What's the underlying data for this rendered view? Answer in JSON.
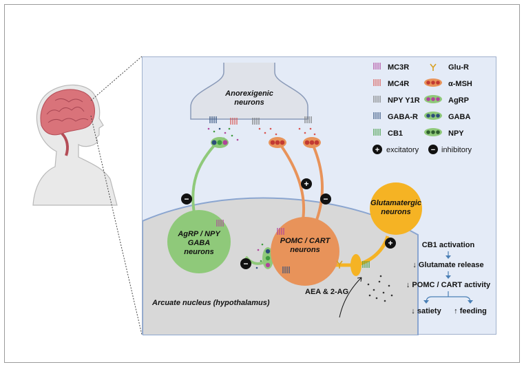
{
  "labels": {
    "anorexigenic": [
      "Anorexigenic",
      "neurons"
    ],
    "agrp_neurons": [
      "AgRP / NPY",
      "GABA",
      "neurons"
    ],
    "pomc_neurons": [
      "POMC / CART",
      "neurons"
    ],
    "glutamatergic": [
      "Glutamatergic",
      "neurons"
    ],
    "arcuate": "Arcuate nucleus (hypothalamus)",
    "aea": "AEA & 2-AG"
  },
  "legend": {
    "receptors": [
      "MC3R",
      "MC4R",
      "NPY Y1R",
      "GABA-R",
      "CB1"
    ],
    "right": [
      "Glu-R",
      "α-MSH",
      "AgRP",
      "GABA",
      "NPY"
    ],
    "excitatory": "excitatory",
    "inhibitory": "inhibitory"
  },
  "signs": {
    "plus": "+",
    "minus": "−"
  },
  "flow": {
    "cb1": "CB1 activation",
    "glutamate": "↓ Glutamate release",
    "pomc": "↓ POMC / CART activity",
    "satiety": "↓ satiety",
    "feeding": "↑ feeding"
  },
  "colors": {
    "mc3r": "#b0449b",
    "mc4r": "#d9534f",
    "npy_y1r": "#777777",
    "gaba_r": "#2e4d7a",
    "cb1": "#3f9a3f",
    "glu_r": "#d8a020",
    "agrp_neuron": "#8fc97a",
    "pomc_neuron": "#e8935a",
    "glutamatergic": "#f5b324",
    "arcuate": "#d8d8d8"
  }
}
